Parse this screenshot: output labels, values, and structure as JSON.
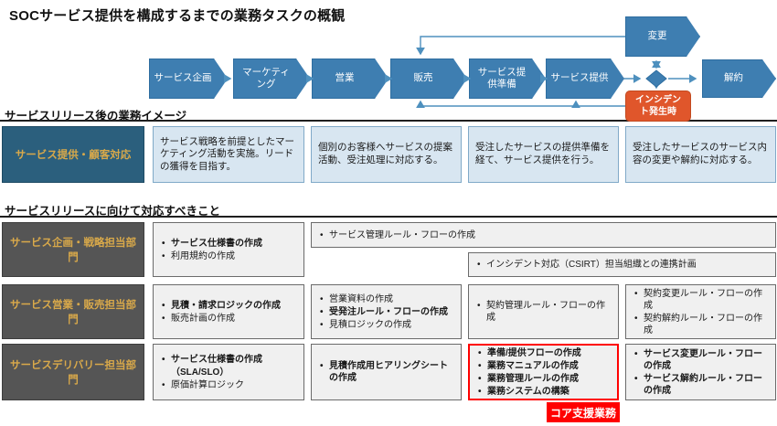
{
  "title": "SOCサービス提供を構成するまでの業務タスクの概観",
  "flow": {
    "steps": [
      "サービス企画",
      "マーケティング",
      "営業",
      "販売",
      "サービス提供準備",
      "サービス提供"
    ],
    "change": "変更",
    "terminate": "解約",
    "incident": "インシデント発生時"
  },
  "colors": {
    "flow_blue": "#3E7EB1",
    "connector_blue": "#4E90BE",
    "incident_orange": "#E0562B",
    "header_teal": "#2B5F7D",
    "header_gray": "#555555",
    "header_text_gold": "#D9A94A",
    "cell_blue": "#D8E6F1",
    "cell_gray": "#F0F0F0",
    "core_red": "#FF0000"
  },
  "section1": {
    "label": "サービスリリース後の業務イメージ",
    "row_header": "サービス提供・顧客対応",
    "cells": [
      "サービス戦略を前提としたマーケティング活動を実施。リードの獲得を目指す。",
      "個別のお客様へサービスの提案活動、受注処理に対応する。",
      "受注したサービスの提供準備を経て、サービス提供を行う。",
      "受注したサービスのサービス内容の変更や解約に対応する。"
    ]
  },
  "section2": {
    "label": "サービスリリースに向けて対応すべきこと",
    "rows": [
      {
        "header": "サービス企画・戦略担当部門",
        "cell1": [
          "サービス仕様書の作成",
          "利用規約の作成"
        ],
        "wide1": "サービス管理ルール・フローの作成",
        "wide2": "インシデント対応（CSIRT）担当組織との連携計画"
      },
      {
        "header": "サービス営業・販売担当部門",
        "cell1": [
          "見積・請求ロジックの作成",
          "販売計画の作成"
        ],
        "cell2": [
          "営業資料の作成",
          "受発注ルール・フローの作成",
          "見積ロジックの作成"
        ],
        "cell3": [
          "契約管理ルール・フローの作成"
        ],
        "cell4": [
          "契約変更ルール・フローの作成",
          "契約解約ルール・フローの作成"
        ]
      },
      {
        "header": "サービスデリバリー担当部門",
        "cell1": [
          "サービス仕様書の作成",
          "（SLA/SLO）",
          "原価計算ロジック"
        ],
        "cell2": [
          "見積作成用ヒアリングシートの作成"
        ],
        "cell3": [
          "準備/提供フローの作成",
          "業務マニュアルの作成",
          "業務管理ルールの作成",
          "業務システムの構築"
        ],
        "cell4": [
          "サービス変更ルール・フローの作成",
          "サービス解約ルール・フローの作成"
        ]
      }
    ],
    "core_label": "コア支援業務"
  }
}
